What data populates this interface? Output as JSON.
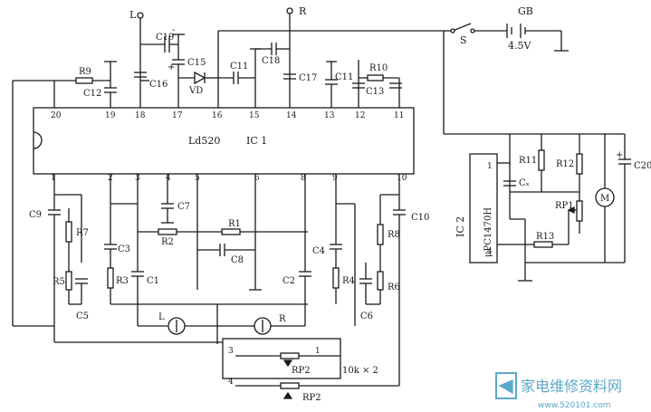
{
  "ic1": {
    "part": "Ld520",
    "ref": "IC  1",
    "top_pins": [
      "20",
      "19",
      "18",
      "17",
      "16",
      "15",
      "14",
      "13",
      "12",
      "11"
    ],
    "bottom_pins": [
      "1",
      "2",
      "3",
      "4",
      "5",
      "6",
      "8",
      "9",
      "10"
    ]
  },
  "ic2": {
    "ref": "IC  2",
    "part": "μPC1470H",
    "pins": [
      "1",
      "4"
    ]
  },
  "terminals": {
    "left": "L",
    "right": "R"
  },
  "switch": "S",
  "battery": {
    "ref": "GB",
    "voltage": "4.5V"
  },
  "dual_pot": {
    "ref": "RP2",
    "value": "10k × 2",
    "pins": [
      "3",
      "1",
      "4"
    ]
  },
  "components": {
    "C19": "C19",
    "C15": "C15",
    "C16": "C16",
    "VD": "VD",
    "C11a": "C11",
    "C18": "C18",
    "C17": "C17",
    "C11b": "C11",
    "R10": "R10",
    "C13": "C13",
    "R9": "R9",
    "C12": "C12",
    "C9": "C9",
    "R7": "R7",
    "R5": "R5",
    "C5": "C5",
    "C3": "C3",
    "R3": "R3",
    "C1": "C1",
    "C7": "C7",
    "R2": "R2",
    "R1": "R1",
    "C8": "C8",
    "C2": "C2",
    "C4": "C4",
    "R4": "R4",
    "R8": "R8",
    "R6": "R6",
    "C6": "C6",
    "C10": "C10",
    "R11": "R11",
    "R12": "R12",
    "CX": "Cₓ",
    "RP1": "RP1",
    "R13": "R13",
    "C20": "C20",
    "M": "M"
  },
  "headphones": {
    "left": "L",
    "right": "R"
  },
  "watermark": {
    "text": "家电维修资料网",
    "url": "www.520101.com"
  }
}
